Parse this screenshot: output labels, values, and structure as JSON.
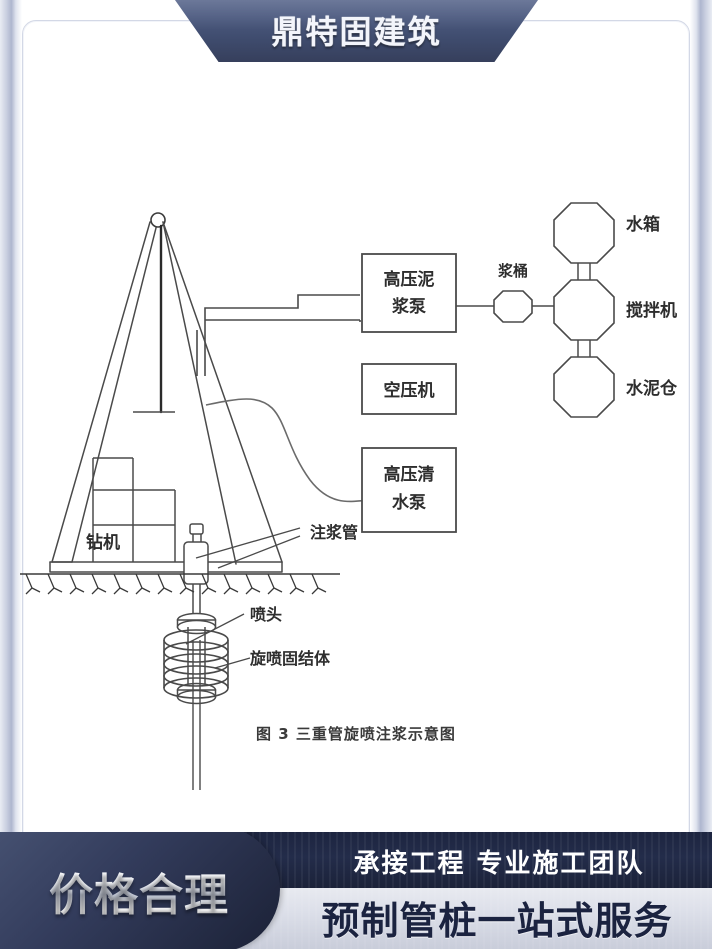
{
  "header": {
    "banner_title": "鼎特固建筑"
  },
  "diagram": {
    "caption": "图 3    三重管旋喷注浆示意图",
    "equipment": [
      {
        "id": "mud-pump",
        "label": "高压泥\n浆泵",
        "line1": "高压泥",
        "line2": "浆泵",
        "type": "box"
      },
      {
        "id": "air-compressor",
        "label": "空压机",
        "line1": "空压机",
        "line2": "",
        "type": "box"
      },
      {
        "id": "clean-water-pump",
        "label": "高压清\n水泵",
        "line1": "高压清",
        "line2": "水泵",
        "type": "box"
      }
    ],
    "tanks": [
      {
        "id": "slurry-bucket",
        "label": "浆桶"
      },
      {
        "id": "water-tank",
        "label": "水箱"
      },
      {
        "id": "mixer",
        "label": "搅拌机"
      },
      {
        "id": "cement-silo",
        "label": "水泥仓"
      }
    ],
    "callouts": [
      {
        "id": "drill-rig",
        "label": "钻机"
      },
      {
        "id": "grouting-pipe",
        "label": "注浆管"
      },
      {
        "id": "nozzle",
        "label": "喷头"
      },
      {
        "id": "jet-column",
        "label": "旋喷固结体"
      }
    ],
    "colors": {
      "line": "#4a4a4a",
      "hose": "#6b6b6b",
      "text": "#2e2e2e"
    }
  },
  "footer": {
    "left_badge": "价格合理",
    "slogan_top": "承接工程  专业施工团队",
    "slogan_bottom": "预制管桩一站式服务",
    "colors": {
      "dark": "#1d2540",
      "light": "#dcdfe9"
    }
  }
}
